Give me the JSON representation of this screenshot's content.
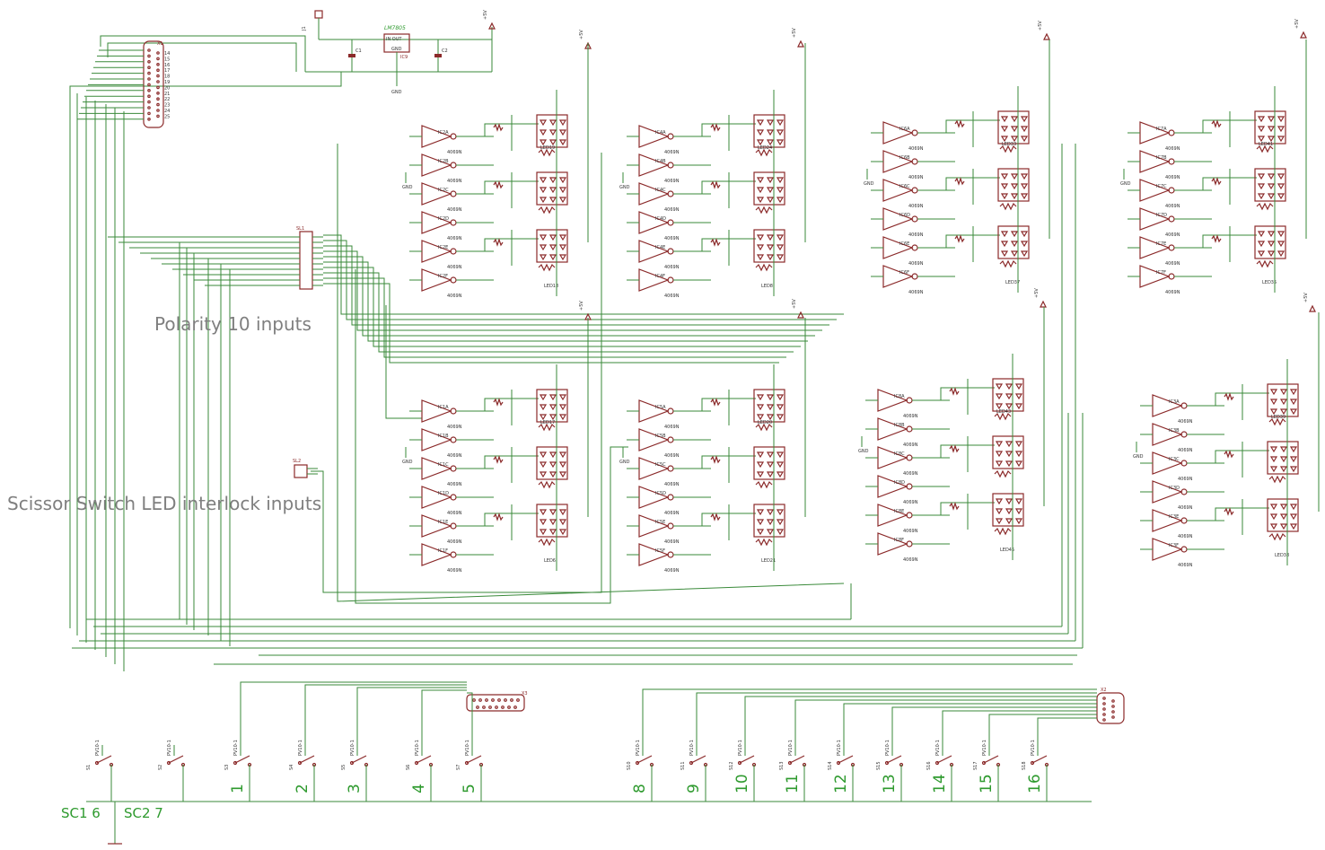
{
  "annotations": {
    "polarity": "Polarity 10 inputs",
    "scissor": "Scissor Switch LED interlock inputs",
    "sc1": "SC1 6",
    "sc2": "SC2 7"
  },
  "colors": {
    "wire": "#3a8a3a",
    "symbol": "#8b2a2a",
    "annotation": "#7f7f7f",
    "net_label": "#2e9a2e"
  },
  "parts": {
    "regulator": {
      "name": "IC9",
      "value": "LM7805",
      "pins": "IN  OUT",
      "gnd": "GND"
    },
    "caps": [
      "C1",
      "C2"
    ],
    "jack": "J1",
    "db25": "X1",
    "db9": "X2",
    "connector2": "X3",
    "sl1": "SL1",
    "sl2": "SL2",
    "supply": "+5V",
    "gnd": "GND",
    "ic_value": "4069N"
  },
  "modules": [
    {
      "gates": [
        "IC2A",
        "IC2B",
        "IC2C",
        "IC2D",
        "IC2E",
        "IC2F"
      ],
      "leds": [
        "LED19",
        "LED18"
      ]
    },
    {
      "gates": [
        "IC4A",
        "IC4B",
        "IC4C",
        "IC4D",
        "IC4E",
        "IC4F"
      ],
      "leds": [
        "LED24",
        "LED8"
      ]
    },
    {
      "gates": [
        "IC6A",
        "IC6B",
        "IC6C",
        "IC6D",
        "IC6E",
        "IC6F"
      ],
      "leds": [
        "LED33",
        "LED37"
      ]
    },
    {
      "gates": [
        "IC7A",
        "IC7B",
        "IC7C",
        "IC7D",
        "IC7E",
        "IC7F"
      ],
      "leds": [
        "LED41",
        "LED35"
      ]
    },
    {
      "gates": [
        "IC1A",
        "IC1B",
        "IC1C",
        "IC1D",
        "IC1E",
        "IC1F"
      ],
      "leds": [
        "LED17",
        "LED6"
      ]
    },
    {
      "gates": [
        "IC5A",
        "IC5B",
        "IC5C",
        "IC5D",
        "IC5E",
        "IC5F"
      ],
      "leds": [
        "LED20",
        "LED21"
      ]
    },
    {
      "gates": [
        "IC8A",
        "IC8B",
        "IC8C",
        "IC8D",
        "IC8E",
        "IC8F"
      ],
      "leds": [
        "LED43",
        "LED45"
      ]
    },
    {
      "gates": [
        "IC3A",
        "IC3B",
        "IC3C",
        "IC3D",
        "IC3E",
        "IC3F"
      ],
      "leds": [
        "LED39",
        "LED38"
      ]
    }
  ],
  "switches": {
    "left": [
      {
        "ref": "S1",
        "number": ""
      },
      {
        "ref": "S2",
        "number": ""
      },
      {
        "ref": "S3",
        "number": "1"
      },
      {
        "ref": "S4",
        "number": "2"
      },
      {
        "ref": "S5",
        "number": "3"
      },
      {
        "ref": "S6",
        "number": "4"
      },
      {
        "ref": "S7",
        "number": "5"
      }
    ],
    "right": [
      {
        "ref": "S10",
        "number": "8"
      },
      {
        "ref": "S11",
        "number": "9"
      },
      {
        "ref": "S12",
        "number": "10"
      },
      {
        "ref": "S13",
        "number": "11"
      },
      {
        "ref": "S14",
        "number": "12"
      },
      {
        "ref": "S15",
        "number": "13"
      },
      {
        "ref": "S16",
        "number": "14"
      },
      {
        "ref": "S17",
        "number": "15"
      },
      {
        "ref": "S18",
        "number": "16"
      }
    ],
    "value": "PV10-1"
  }
}
